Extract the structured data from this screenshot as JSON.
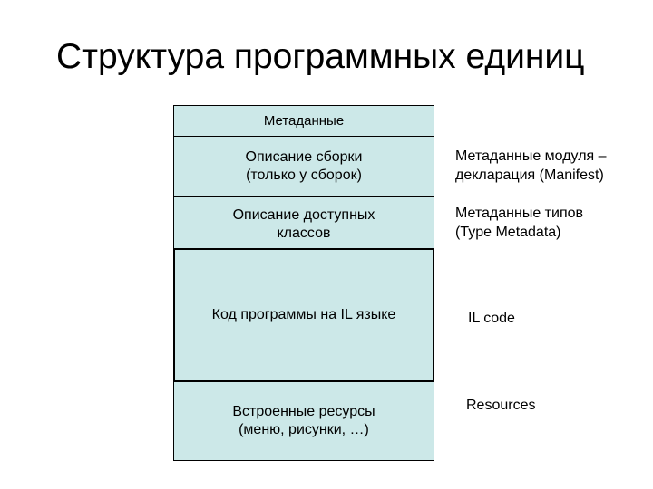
{
  "title": "Структура программных единиц",
  "blocks": [
    "Метаданные",
    "Описание сборки\n(только у сборок)",
    "Описание доступных\nклассов",
    "Код программы на IL языке",
    "Встроенные ресурсы\n(меню, рисунки, …)"
  ],
  "notes": [
    "Метаданные модуля –\nдекларация (Manifest)",
    "Метаданные типов\n(Type Metadata)",
    "IL code",
    "Resources"
  ],
  "colors": {
    "block_fill": "#cce8e8",
    "border": "#000000",
    "text": "#000000"
  }
}
